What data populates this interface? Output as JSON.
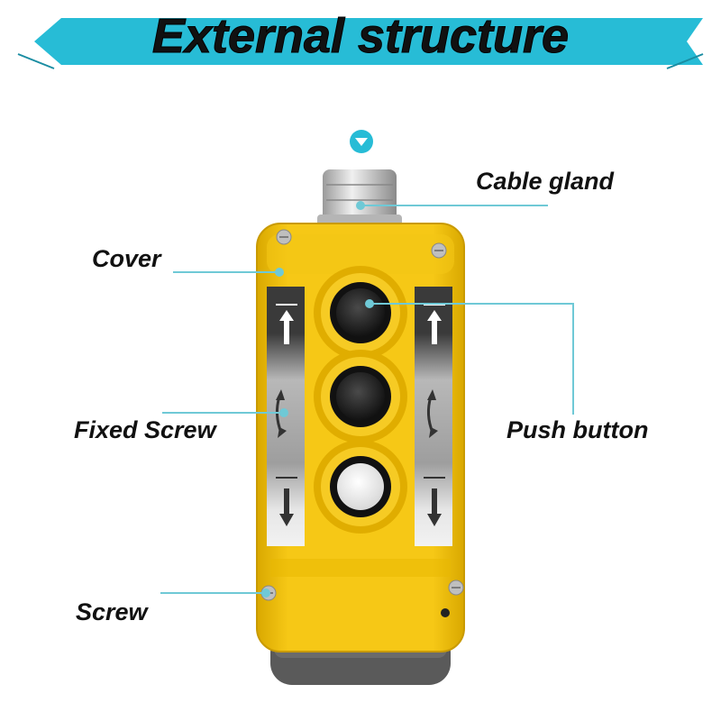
{
  "title": "External structure",
  "labels": {
    "cable_gland": "Cable gland",
    "cover": "Cover",
    "fixed_screw": "Fixed Screw",
    "push_button": "Push button",
    "screw": "Screw"
  },
  "colors": {
    "banner": "#27bcd6",
    "leader": "#6fc9d6",
    "housing": "#f2c413",
    "housing_dark": "#d8a900",
    "base": "#5a5a5a"
  },
  "icons": [
    "chevron-down-icon",
    "up-arrow-icon",
    "rotate-icon",
    "down-arrow-icon"
  ]
}
